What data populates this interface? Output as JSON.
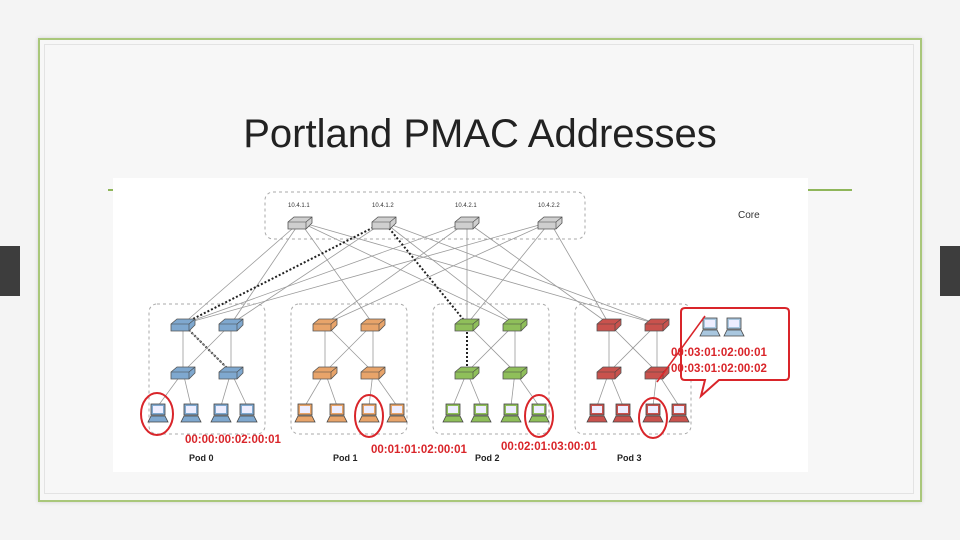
{
  "slide": {
    "title": "Portland PMAC Addresses"
  },
  "diagram": {
    "core_label": "Core",
    "core_switches": [
      "10.4.1.1",
      "10.4.1.2",
      "10.4.2.1",
      "10.4.2.2"
    ],
    "pods": [
      {
        "label": "Pod 0",
        "color": "#7fa8cf"
      },
      {
        "label": "Pod 1",
        "color": "#e8a46a"
      },
      {
        "label": "Pod 2",
        "color": "#8fbf5a"
      },
      {
        "label": "Pod 3",
        "color": "#c9524d"
      }
    ],
    "pmac_labels": {
      "pod0_host": "00:00:00:02:00:01",
      "pod1_host": "00:01:01:02:00:01",
      "pod2_host": "00:02:01:03:00:01",
      "pod3_callout_1": "00:03:01:02:00:01",
      "pod3_callout_2": "00:03:01:02:00:02"
    },
    "highlight_color": "#d9252a"
  }
}
